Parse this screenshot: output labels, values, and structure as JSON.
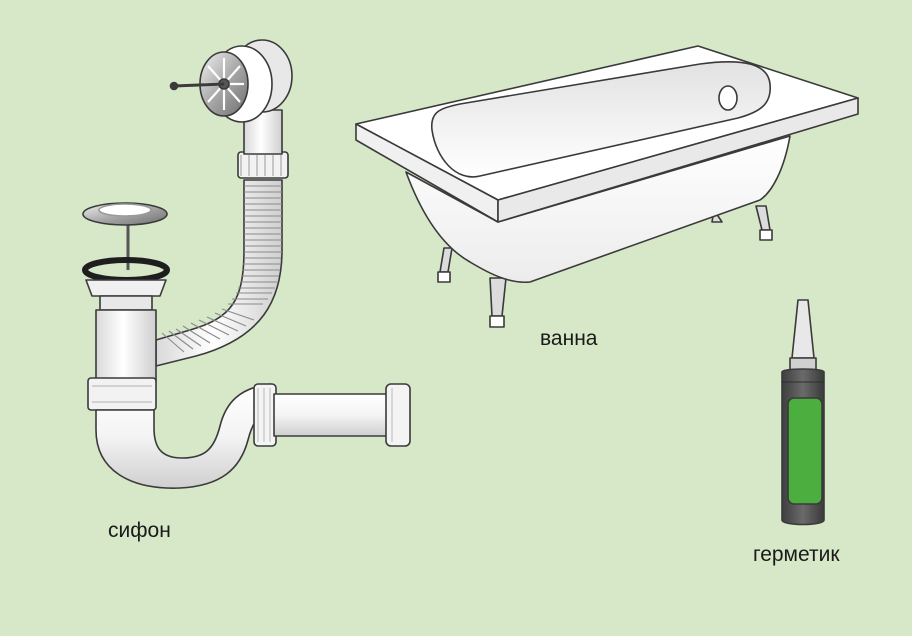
{
  "labels": {
    "siphon": "сифон",
    "bathtub": "ванна",
    "sealant": "герметик"
  },
  "colors": {
    "background": "#d6e8c8",
    "outline": "#3a3a3a",
    "white_fill": "#ffffff",
    "pipe_shade": "#e6e6e6",
    "metal": "#9a9a9a",
    "cartridge_body": "#5c5c5c",
    "sealant_label": "#4cae3f",
    "gasket": "#1e1e1e"
  }
}
